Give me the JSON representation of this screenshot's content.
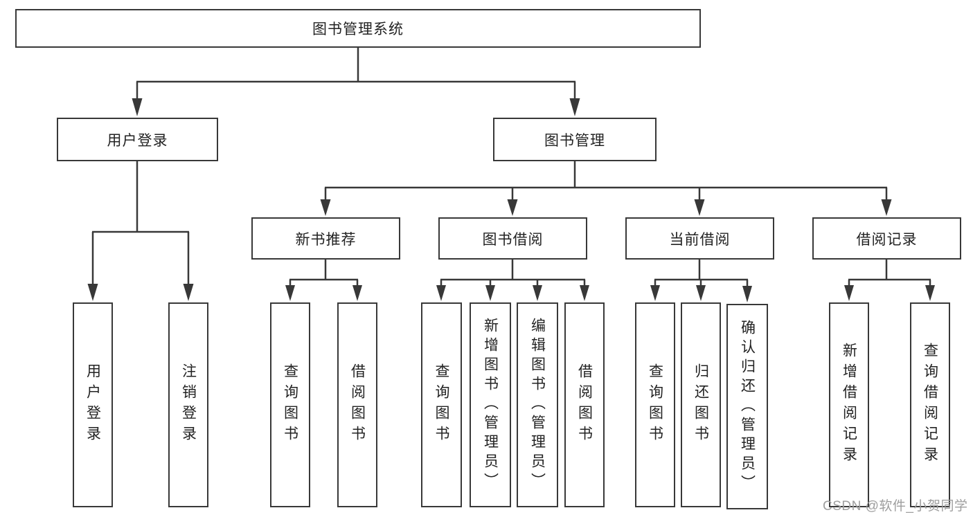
{
  "diagram": {
    "root": {
      "label": "图书管理系统"
    },
    "level2": [
      {
        "label": "用户登录",
        "children": [
          {
            "label": "用户登录"
          },
          {
            "label": "注销登录"
          }
        ]
      },
      {
        "label": "图书管理",
        "children": [
          {
            "label": "新书推荐",
            "children": [
              {
                "label": "查询图书"
              },
              {
                "label": "借阅图书"
              }
            ]
          },
          {
            "label": "图书借阅",
            "children": [
              {
                "label": "查询图书"
              },
              {
                "label": "新增图书（管理员）"
              },
              {
                "label": "编辑图书（管理员）"
              },
              {
                "label": "借阅图书"
              }
            ]
          },
          {
            "label": "当前借阅",
            "children": [
              {
                "label": "查询图书"
              },
              {
                "label": "归还图书"
              },
              {
                "label": "确认归还（管理员）"
              }
            ]
          },
          {
            "label": "借阅记录",
            "children": [
              {
                "label": "新增借阅记录"
              },
              {
                "label": "查询借阅记录"
              }
            ]
          }
        ]
      }
    ]
  },
  "watermark": {
    "text": "CSDN @软件_小贺同学"
  },
  "colors": {
    "line": "#383838",
    "text": "#222222",
    "box_background": "#ffffff",
    "page_background": "#ffffff",
    "watermark": "#9e9e9e"
  }
}
